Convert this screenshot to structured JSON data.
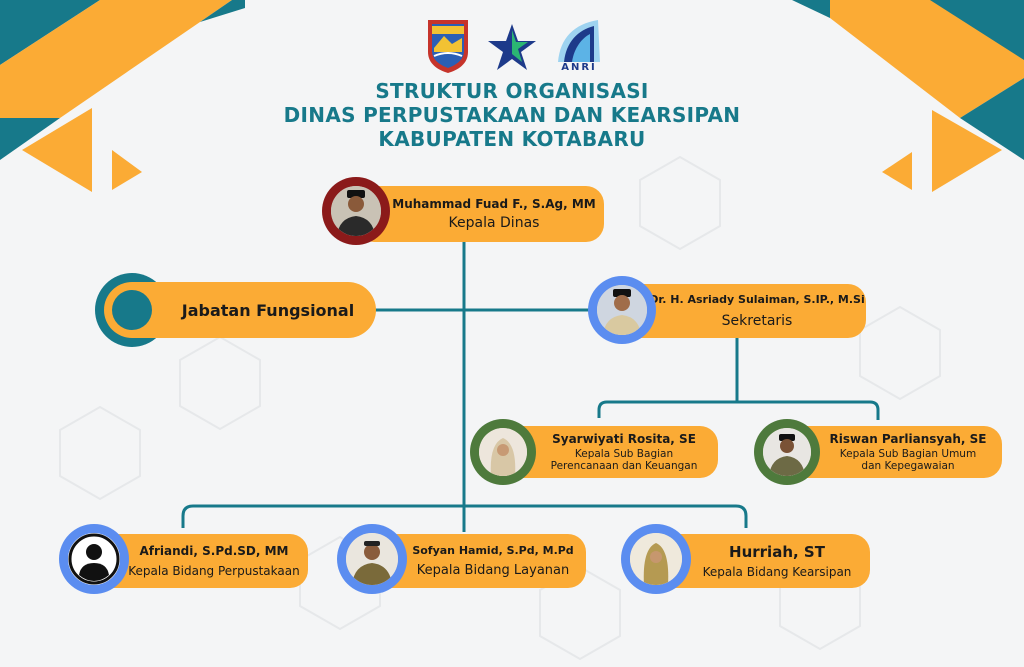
{
  "header": {
    "logo_text": "ANRI",
    "title_lines": [
      "STRUKTUR ORGANISASI",
      "DINAS PERPUSTAKAAN DAN KEARSIPAN",
      "KABUPATEN KOTABARU"
    ]
  },
  "nodes": {
    "head": {
      "name": "Muhammad Fuad F., S.Ag, MM",
      "role": "Kepala Dinas"
    },
    "functional": {
      "label": "Jabatan Fungsional"
    },
    "secretary": {
      "name": "Dr. H. Asriady Sulaiman, S.IP., M.Si",
      "role": "Sekretaris"
    },
    "sub_finance": {
      "name": "Syarwiyati Rosita, SE",
      "role_line1": "Kepala Sub Bagian",
      "role_line2": "Perencanaan dan Keuangan"
    },
    "sub_general": {
      "name": "Riswan Parliansyah, SE",
      "role_line1": "Kepala Sub Bagian Umum",
      "role_line2": "dan Kepegawaian"
    },
    "library": {
      "name": "Afriandi, S.Pd.SD, MM",
      "role": "Kepala Bidang Perpustakaan"
    },
    "services": {
      "name": "Sofyan Hamid, S.Pd, M.Pd",
      "role": "Kepala Bidang Layanan"
    },
    "archives": {
      "name": "Hurriah, ST",
      "role": "Kepala Bidang Kearsipan"
    }
  },
  "colors": {
    "teal": "#17798a",
    "orange": "#fbab35",
    "dark_red": "#8b1a1a",
    "blue": "#5b8df0",
    "green": "#4e7a3c"
  }
}
